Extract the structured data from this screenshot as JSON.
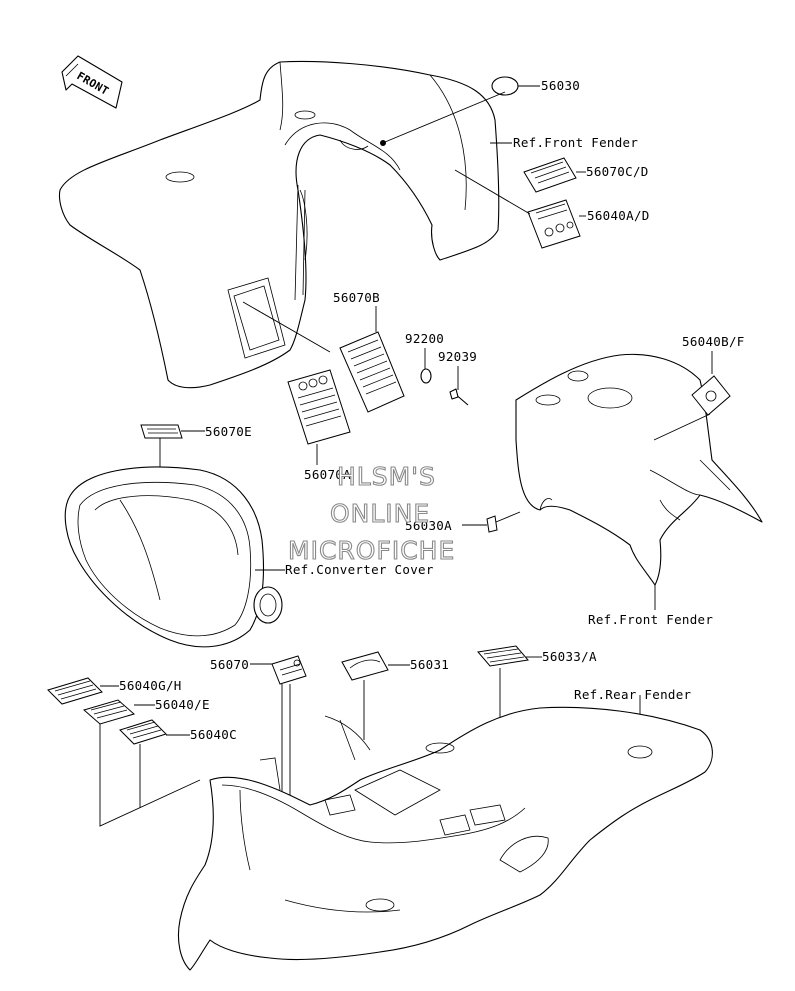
{
  "front_arrow": {
    "text": "FRONT"
  },
  "callouts": {
    "p56030": "56030",
    "ref_front_fender_top": "Ref.Front Fender",
    "p56070cd": "56070C/D",
    "p56040ad": "56040A/D",
    "p56070b": "56070B",
    "p92200": "92200",
    "p92039": "92039",
    "p56040bf": "56040B/F",
    "p56070e": "56070E",
    "p56070a": "56070A",
    "p56030a": "56030A",
    "ref_converter_cover": "Ref.Converter Cover",
    "ref_front_fender_mid": "Ref.Front Fender",
    "p56070": "56070",
    "p56031": "56031",
    "p56033a": "56033/A",
    "ref_rear_fender": "Ref.Rear Fender",
    "p56040gh": "56040G/H",
    "p56040e": "56040/E",
    "p56040c": "56040C"
  },
  "watermark": {
    "line1": "HLSM'S",
    "line2": "ONLINE",
    "line3": "MICROFICHE"
  }
}
